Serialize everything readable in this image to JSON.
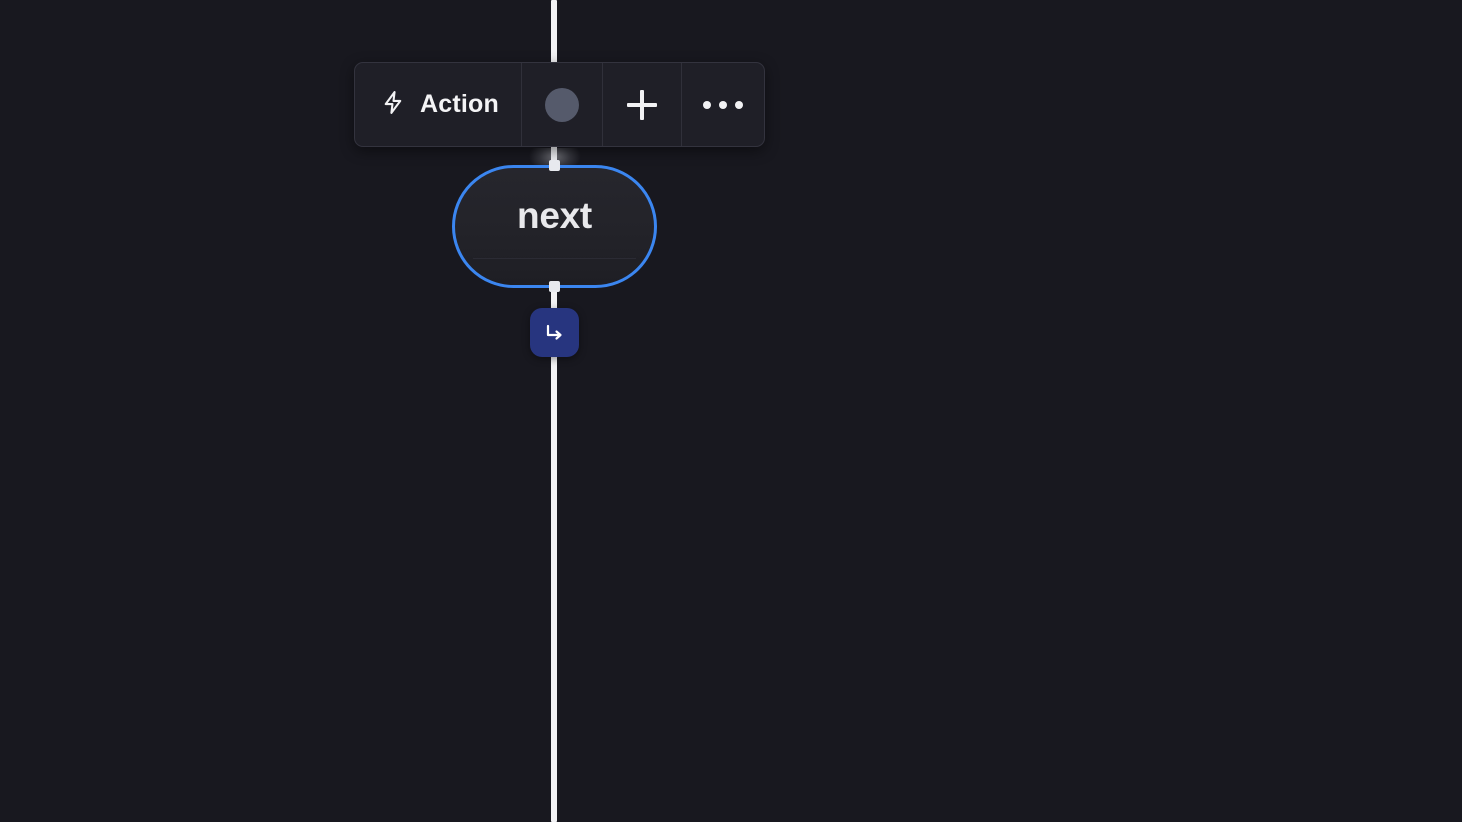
{
  "canvas": {
    "background_color": "#18181f",
    "edge_color": "#f2f2f4"
  },
  "toolbar": {
    "name": "node-toolbar",
    "background_color": "#1f1f27",
    "border_color": "#33333e",
    "items": [
      {
        "id": "action",
        "label": "Action",
        "icon": "lightning-bolt-icon"
      },
      {
        "id": "avatar",
        "label": "",
        "icon": "avatar-circle-icon",
        "color": "#555a6b"
      },
      {
        "id": "add",
        "label": "",
        "icon": "plus-icon"
      },
      {
        "id": "more",
        "label": "",
        "icon": "ellipsis-icon"
      }
    ]
  },
  "node": {
    "label": "next",
    "selected": true,
    "selection_color": "#3b86f0",
    "fill_color": "#232329",
    "text_color": "#e9e9ec"
  },
  "branch_button": {
    "icon": "arrow-turn-down-right-icon",
    "background_color": "#27357f",
    "icon_color": "#ffffff"
  }
}
